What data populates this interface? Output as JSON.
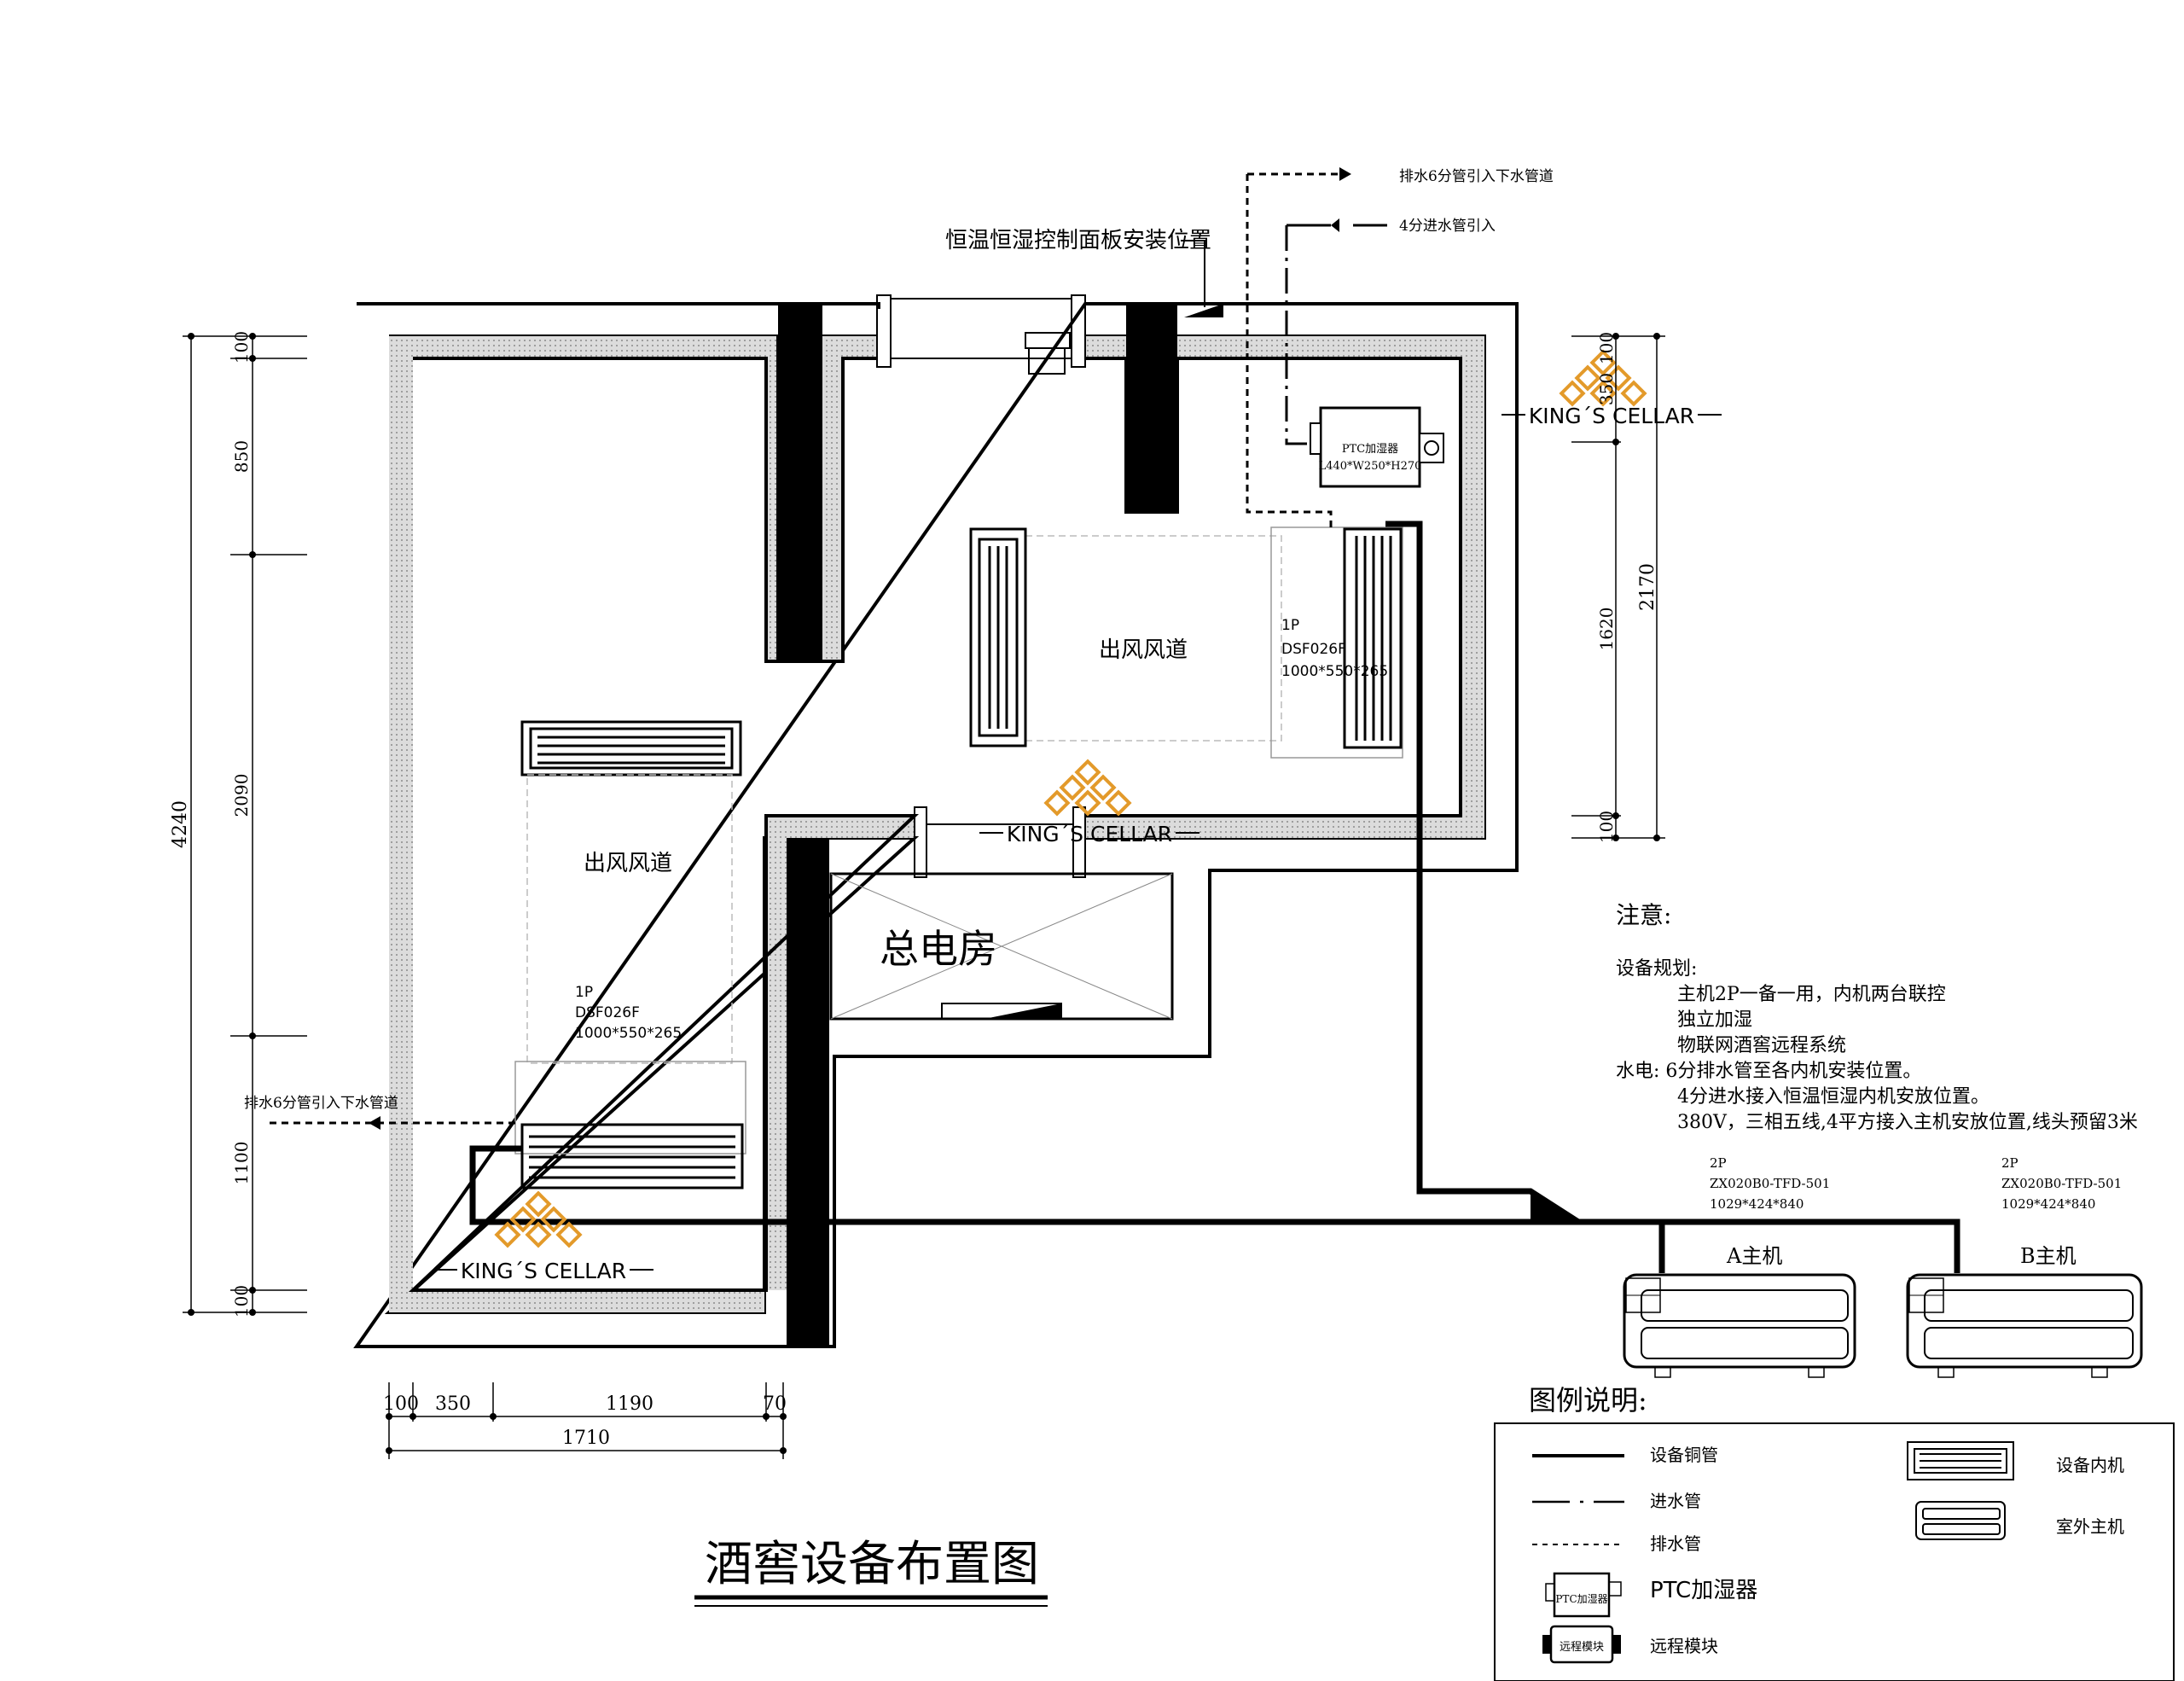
{
  "title": "酒窖设备布置图",
  "control_panel_label": "恒温恒湿控制面板安装位置",
  "drain_top_label": "排水6分管引入下水管道",
  "water_in_label": "4分进水管引入",
  "drain_left_label": "排水6分管引入下水管道",
  "brand": "KING´S CELLAR",
  "room_labels": {
    "upper_duct": "出风风道",
    "lower_duct": "出风风道",
    "electrical_room": "总电房"
  },
  "indoor_units": [
    {
      "power": "1P",
      "model": "DSF026F",
      "size": "1000*550*265"
    },
    {
      "power": "1P",
      "model": "DSF026F",
      "size": "1000*550*265"
    }
  ],
  "humidifier": {
    "name": "PTC加湿器",
    "size": "L440*W250*H270"
  },
  "outdoor_units": [
    {
      "power": "2P",
      "model": "ZX020B0-TFD-501",
      "size": "1029*424*840",
      "label": "A主机"
    },
    {
      "power": "2P",
      "model": "ZX020B0-TFD-501",
      "size": "1029*424*840",
      "label": "B主机"
    }
  ],
  "dimensions": {
    "left_total": "4240",
    "left_segments": [
      "100",
      "850",
      "2090",
      "1100",
      "100"
    ],
    "right_total": "2170",
    "right_segments": [
      "350",
      "1620",
      "100",
      "100"
    ],
    "bottom_segments": [
      "100",
      "350",
      "1190",
      "70"
    ],
    "bottom_total": "1710"
  },
  "notes": {
    "heading": "注意:",
    "lines": [
      "设备规划:",
      "主机2P一备一用，内机两台联控",
      "独立加湿",
      "物联网酒窖远程系统",
      "水电: 6分排水管至各内机安装位置。",
      "4分进水接入恒温恒湿内机安放位置。",
      "380V，三相五线,4平方接入主机安放位置,线头预留3米"
    ]
  },
  "legend": {
    "heading": "图例说明:",
    "items": [
      "设备铜管",
      "进水管",
      "排水管",
      "PTC加湿器",
      "远程模块",
      "设备内机",
      "室外主机"
    ],
    "ptc_icon_text": "PTC加湿器",
    "remote_icon_text": "远程模块"
  },
  "colors": {
    "line": "#000000",
    "insulation": "#c8c8c8",
    "logo": "#e39a2a"
  }
}
